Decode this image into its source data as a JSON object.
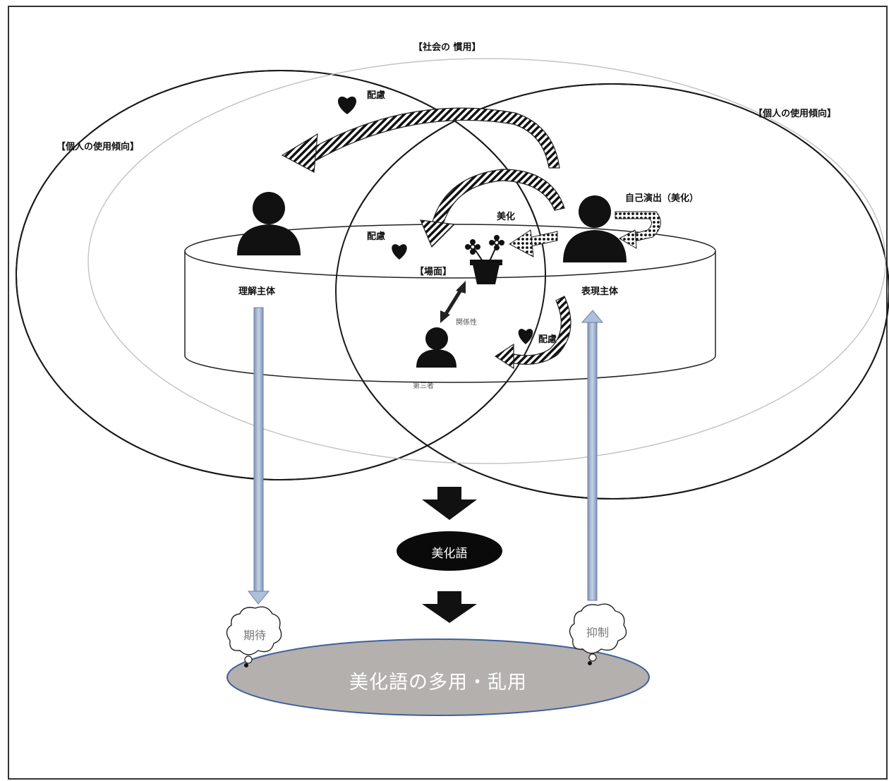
{
  "labels": {
    "social_usage": "【社会の 慣用】",
    "individual_left": "【個人の使用傾向】",
    "individual_right": "【個人の使用傾向】",
    "consideration_top": "配慮",
    "consideration_mid": "配慮",
    "consideration_low": "配慮",
    "beautify": "美化",
    "self_direction": "自己演出（美化）",
    "scene": "【場面】",
    "interpreter": "理解主体",
    "expresser": "表現主体",
    "relation": "関係性",
    "third_party": "第三者",
    "bikago": "美化語",
    "expectation": "期待",
    "restraint": "抑制",
    "overuse": "美化語の多用・乱用"
  }
}
